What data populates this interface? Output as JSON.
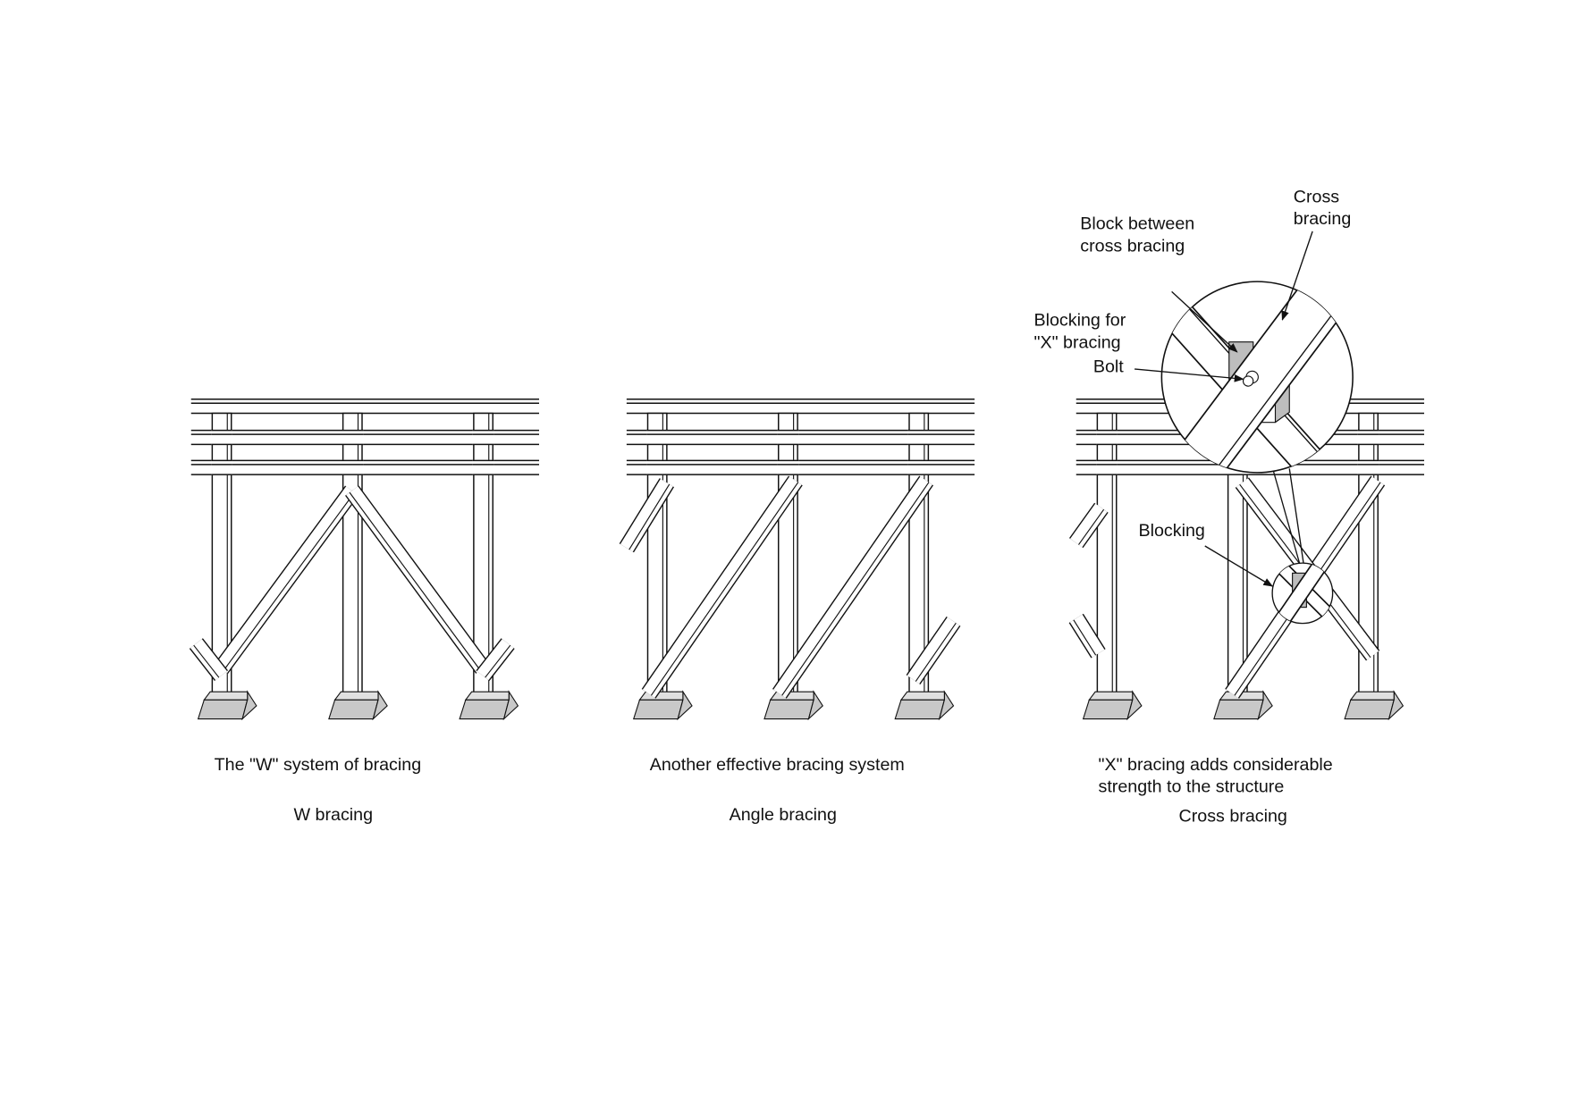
{
  "panels": [
    {
      "caption": "The \"W\" system of bracing",
      "title": "W bracing"
    },
    {
      "caption": "Another effective bracing system",
      "title": "Angle bracing"
    },
    {
      "caption_line1": "\"X\" bracing adds considerable",
      "caption_line2": "strength to the structure",
      "title": "Cross bracing"
    }
  ],
  "callouts": {
    "cross_bracing_1": "Cross",
    "cross_bracing_2": "bracing",
    "block_between_1": "Block between",
    "block_between_2": "cross bracing",
    "blocking_for_1": "Blocking for",
    "blocking_for_2": "\"X\" bracing",
    "bolt": "Bolt",
    "blocking": "Blocking"
  },
  "colors": {
    "line": "#111111",
    "footing": "#c8c8c8",
    "block": "#bdbdbd"
  }
}
